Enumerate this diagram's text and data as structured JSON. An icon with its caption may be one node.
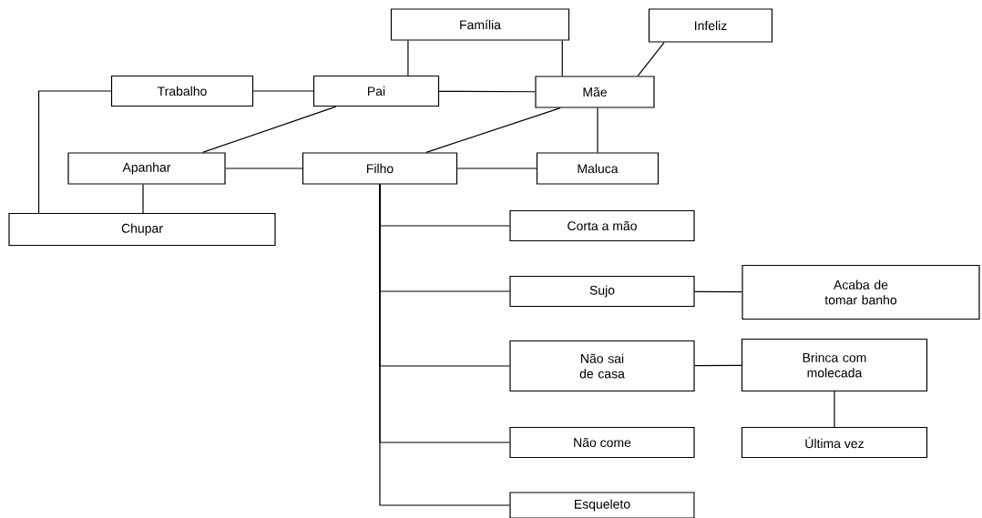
{
  "diagram": {
    "nodes": [
      {
        "text": [
          "Família"
        ]
      },
      {
        "text": [
          "Infeliz"
        ]
      },
      {
        "text": [
          "Trabalho"
        ]
      },
      {
        "text": [
          "Pai"
        ]
      },
      {
        "text": [
          "Mãe"
        ]
      },
      {
        "text": [
          "Apanhar"
        ]
      },
      {
        "text": [
          "Filho"
        ]
      },
      {
        "text": [
          "Maluca"
        ]
      },
      {
        "text": [
          "Chupar"
        ]
      },
      {
        "text": [
          "Corta a mão"
        ]
      },
      {
        "text": [
          "Sujo"
        ]
      },
      {
        "text": [
          "Acaba de tomar banho"
        ]
      },
      {
        "text": [
          "Não sai de casa"
        ]
      },
      {
        "text": [
          "Brinca com molecada"
        ]
      },
      {
        "text": [
          "Não come"
        ]
      },
      {
        "text": [
          "Última vez"
        ]
      },
      {
        "text": [
          "Esqueleto"
        ]
      }
    ],
    "edges": [
      {
        "from": 0,
        "to": 3,
        "arrow": "none"
      },
      {
        "from": 0,
        "to": 4,
        "arrow": "none"
      },
      {
        "from": 1,
        "to": 4,
        "arrow": "none"
      },
      {
        "from": 2,
        "to": 3,
        "arrow": "none"
      },
      {
        "from": 3,
        "to": 4,
        "arrow": "none"
      },
      {
        "from": 3,
        "to": 5,
        "arrow": "none"
      },
      {
        "from": 4,
        "to": 6,
        "arrow": "none"
      },
      {
        "from": 4,
        "to": 7,
        "arrow": "none"
      },
      {
        "from": 5,
        "to": 6,
        "arrow": "none"
      },
      {
        "from": 6,
        "to": 7,
        "arrow": "none"
      },
      {
        "from": 5,
        "to": 8,
        "arrow": "none"
      },
      {
        "from": 2,
        "to": 8,
        "arrow": "none"
      },
      {
        "from": 6,
        "to": 9,
        "arrow": "none"
      },
      {
        "from": 6,
        "to": 10,
        "arrow": "none"
      },
      {
        "from": 6,
        "to": 12,
        "arrow": "none"
      },
      {
        "from": 6,
        "to": 14,
        "arrow": "none"
      },
      {
        "from": 6,
        "to": 16,
        "arrow": "none"
      },
      {
        "from": 10,
        "to": 11,
        "arrow": "none"
      },
      {
        "from": 12,
        "to": 13,
        "arrow": "none"
      },
      {
        "from": 13,
        "to": 15,
        "arrow": "none"
      }
    ]
  }
}
